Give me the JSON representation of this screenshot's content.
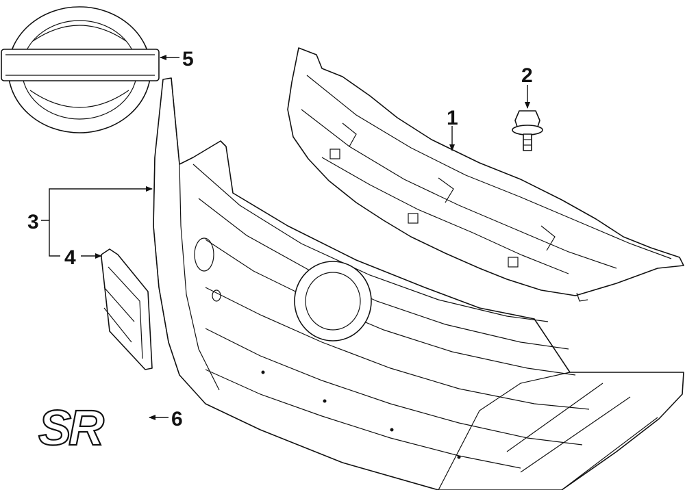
{
  "callouts": [
    {
      "id": "1",
      "label": "1"
    },
    {
      "id": "2",
      "label": "2"
    },
    {
      "id": "3",
      "label": "3"
    },
    {
      "id": "4",
      "label": "4"
    },
    {
      "id": "5",
      "label": "5"
    },
    {
      "id": "6",
      "label": "6"
    }
  ],
  "emblem_text": "SR",
  "colors": {
    "line": "#111111",
    "background": "#ffffff"
  }
}
